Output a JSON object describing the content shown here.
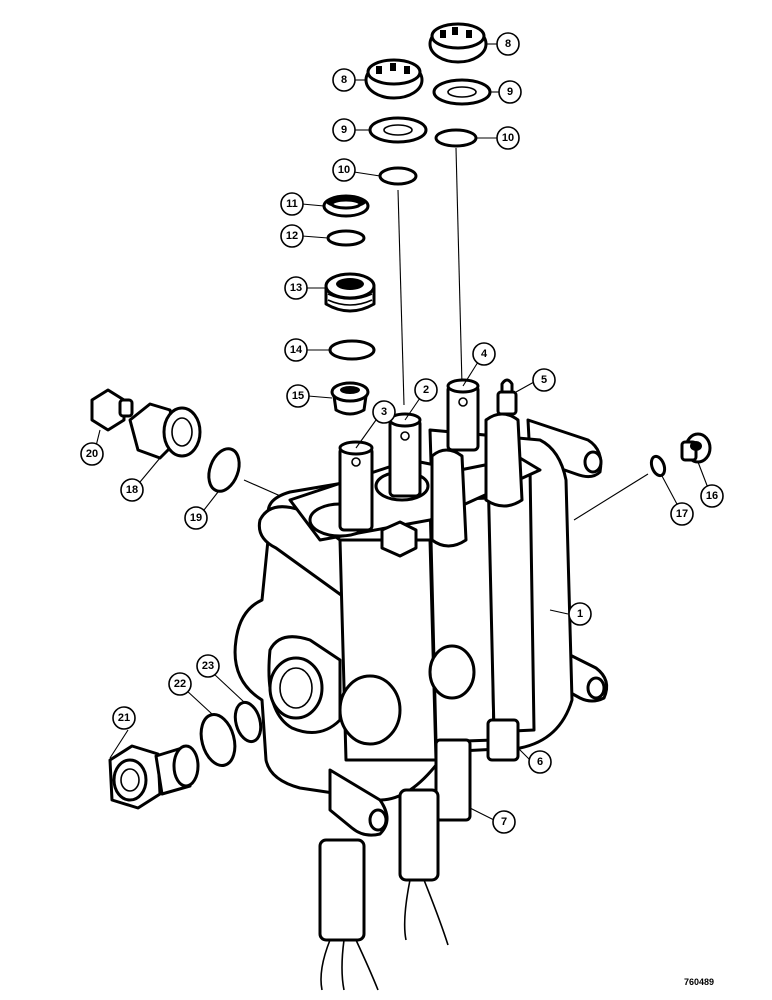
{
  "diagram": {
    "figure_id": "760489",
    "callouts": [
      "1",
      "2",
      "3",
      "4",
      "5",
      "6",
      "7",
      "8",
      "8",
      "9",
      "9",
      "10",
      "10",
      "11",
      "12",
      "13",
      "14",
      "15",
      "16",
      "17",
      "18",
      "19",
      "20",
      "21",
      "22",
      "23"
    ]
  }
}
